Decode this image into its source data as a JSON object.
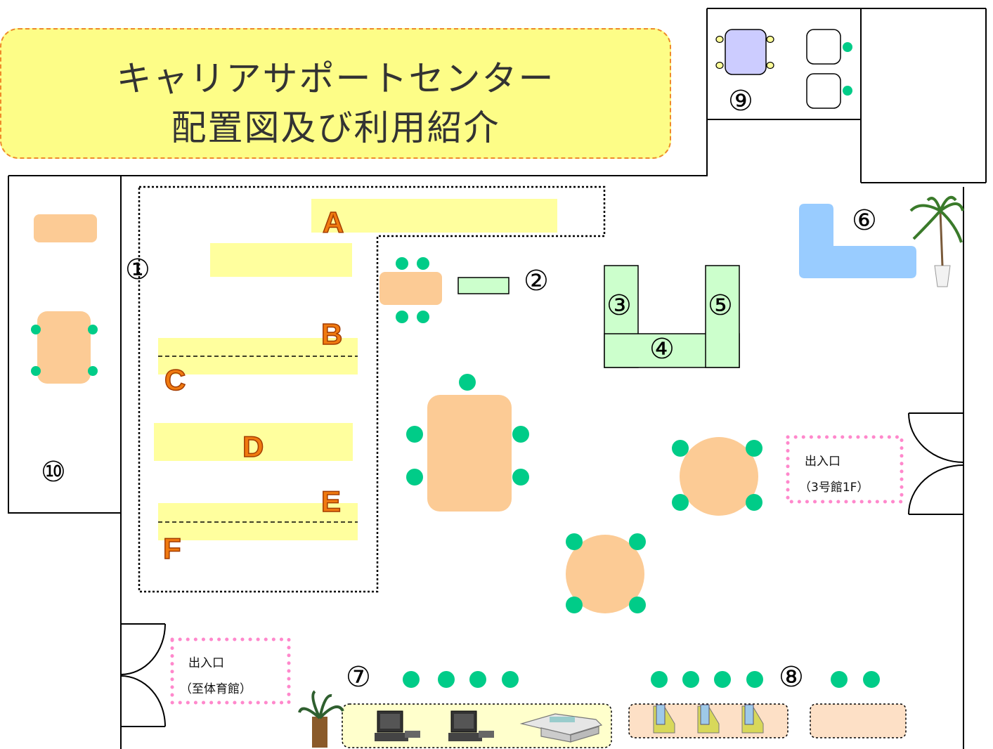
{
  "title": {
    "line1": "キャリアサポートセンター",
    "line2": "配置図及び利用紹介"
  },
  "numbers": {
    "n1": "①",
    "n2": "②",
    "n3": "③",
    "n4": "④",
    "n5": "⑤",
    "n6": "⑥",
    "n7": "⑦",
    "n8": "⑧",
    "n9": "⑨",
    "n10": "⑩"
  },
  "shelves": {
    "a": "A",
    "b": "B",
    "c": "C",
    "d": "D",
    "e": "E",
    "f": "F"
  },
  "entrances": {
    "right": {
      "label": "出入口",
      "sub": "（3号館1F）"
    },
    "left": {
      "label": "出入口",
      "sub": "（至体育館）"
    }
  },
  "colors": {
    "shelf": "#ffff9e",
    "table": "#fccb95",
    "seat": "#00cc88",
    "counter": "#ccffcc",
    "desk_blue": "#99ccff",
    "room9_table": "#ccccff",
    "title_bg": "#fdfd87",
    "title_border": "#ee8a2a",
    "entrance_border": "#ff88cc"
  },
  "icons": [
    "plant-icon",
    "computer-icon",
    "printer-icon",
    "file-box-icon"
  ]
}
